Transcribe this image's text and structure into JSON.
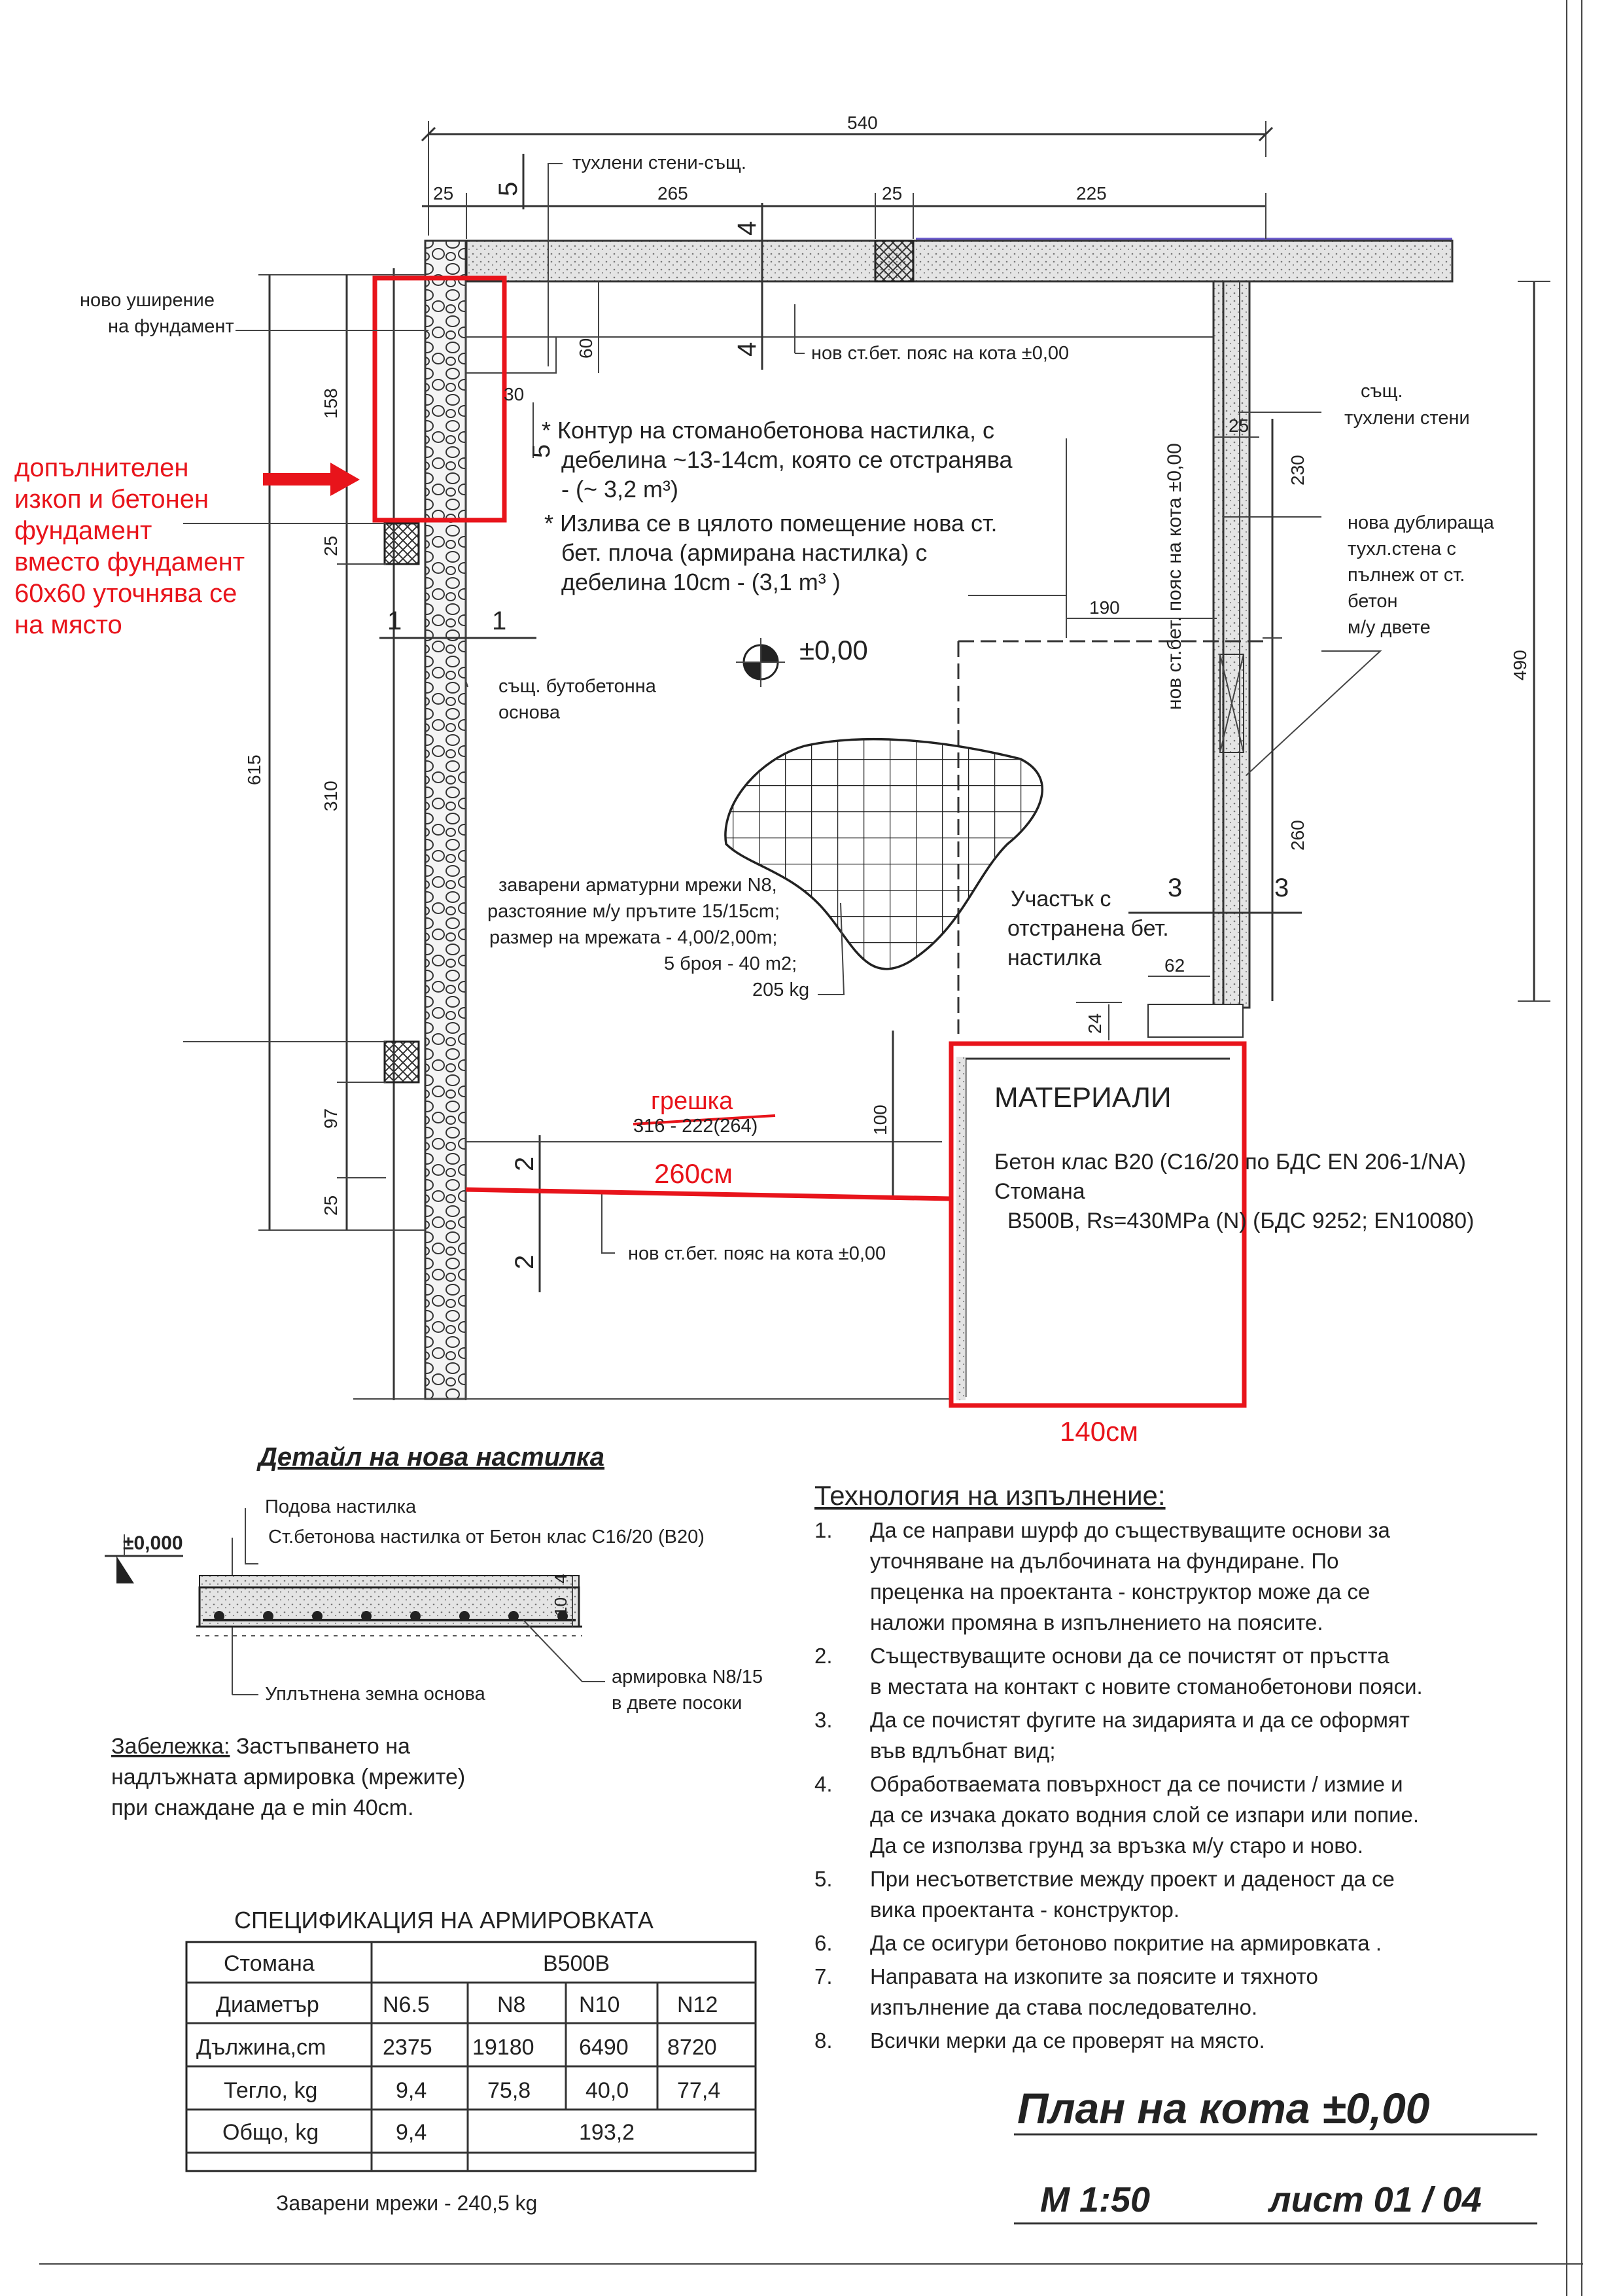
{
  "dimensions": {
    "top_total": "540",
    "d25_a": "25",
    "d5_top": "5",
    "d265": "265",
    "d25_b": "25",
    "d225": "225",
    "d4_top": "4",
    "d4_bottom": "4",
    "d60": "60",
    "d30": "30",
    "d5_mid": "5",
    "d158": "158",
    "d25_c": "25",
    "d615": "615",
    "d310": "310",
    "d97": "97",
    "d25_d": "25",
    "d25_right": "25",
    "d230": "230",
    "d490": "490",
    "d260": "260",
    "d190": "190",
    "d62": "62",
    "d24": "24",
    "d100": "100"
  },
  "sections": {
    "s1_left": "1",
    "s1_right": "1",
    "s2_top": "2",
    "s2_bottom": "2",
    "s3_left": "3",
    "s3_right": "3"
  },
  "labels": {
    "brick_walls_existing": "тухлени стени-същ.",
    "new_foundation_widening_1": "ново уширение",
    "new_foundation_widening_2": "на фундамент",
    "new_belt_top": "нов ст.бет. пояс на кота ±0,00",
    "existing_brick_walls_1": "същ.",
    "existing_brick_walls_2": "тухлени стени",
    "contour_1": "* Контур на стоманобетонова настилка, с",
    "contour_2": "дебелина ~13-14cm, която се отстранява",
    "contour_3": "-    (~ 3,2 m³)",
    "contour_4": "* Излива се в цялото помещение нова ст.",
    "contour_5": "бет. плоча (армирана настилка) с",
    "contour_6": "дебелина 10cm -  (3,1 m³ )",
    "new_belt_vertical": "нов ст.бет. пояс на кота ±0,00",
    "double_wall_1": "нова дублираща",
    "double_wall_2": "тухл.стена с",
    "double_wall_3": "пълнеж от ст.",
    "double_wall_4": "бетон",
    "double_wall_5": "м/у двете",
    "level_zero": "±0,00",
    "rubble_base_1": "същ. бутобетонна",
    "rubble_base_2": "основа",
    "mesh_1": "заварени арматурни мрежи N8,",
    "mesh_2": "разстояние м/у прътите 15/15cm;",
    "mesh_3": "размер на мрежата - 4,00/2,00m;",
    "mesh_4": "5 броя - 40 m2;",
    "mesh_5": "205 kg",
    "removed_1": "Участък с",
    "removed_2": "отстранена бет.",
    "removed_3": "настилка",
    "old_dim": "316 - 222(264)",
    "new_belt_bottom": "нов ст.бет. пояс на кота ±0,00"
  },
  "red_notes": {
    "left_1": "допълнителен",
    "left_2": "изкоп и бетонен",
    "left_3": "фундамент",
    "left_4": "вместо фундамент",
    "left_5": "60x60 уточнява се",
    "left_6": "на място",
    "error": "грешка",
    "d260cm": "260см",
    "d140cm": "140см"
  },
  "materials": {
    "title": "МАТЕРИАЛИ",
    "line_1": "Бетон клас В20 (С16/20 по БДС EN 206-1/NA)",
    "line_2": "Стомана",
    "line_3": "В500В, Rs=430MPa (N) (БДС 9252; EN10080)"
  },
  "detail": {
    "title": "Детайл на нова настилка",
    "level": "±0,000",
    "layer_1": "Подова настилка",
    "layer_2": "Ст.бетонова настилка от Бетон клас С16/20 (В20)",
    "soil": "Уплътнена земна основа",
    "dim_10": "10",
    "dim_4": "4",
    "rebar_1": "армировка N8/15",
    "rebar_2": "в двете посоки",
    "note_label": "Забележка:",
    "note_1": " Застъпването на",
    "note_2": "надлъжната армировка (мрежите)",
    "note_3": "при снаждане да е min 40cm."
  },
  "technology": {
    "title": "Технология на изпълнение:",
    "items": [
      {
        "n": "1.",
        "lines": [
          "Да се направи шурф до съществуващите основи за",
          "уточняване на дълбочината на фундиране. По",
          "преценка на проектанта - конструктор може да се",
          "наложи промяна в изпълнението на поясите."
        ]
      },
      {
        "n": "2.",
        "lines": [
          "Съществуващите основи  да се почистят от пръстта",
          "в местата на контакт с новите стоманобетонови пояси."
        ]
      },
      {
        "n": "3.",
        "lines": [
          "Да се почистят фугите на зидарията и да се оформят",
          "във вдлъбнат вид;"
        ]
      },
      {
        "n": "4.",
        "lines": [
          "Обработваемата повърхност да се почисти / измие и",
          "да се изчака докато водния слой се изпари или попие.",
          "Да се използва грунд за връзка м/у старо и ново."
        ]
      },
      {
        "n": "5.",
        "lines": [
          "При несъответствие между проект и даденост да се",
          "вика проектанта - конструктор."
        ]
      },
      {
        "n": "6.",
        "lines": [
          "Да се осигури бетоново покритие на армировката ."
        ]
      },
      {
        "n": "7.",
        "lines": [
          "Направата на изкопите за поясите и тяхното",
          "изпълнение  да става последователно."
        ]
      },
      {
        "n": "8.",
        "lines": [
          "Всички мерки да се проверят на място."
        ]
      }
    ]
  },
  "spec": {
    "title": "СПЕЦИФИКАЦИЯ НА АРМИРОВКАТА",
    "steel_label": "Стомана",
    "steel_value": "В500В",
    "rows": [
      {
        "label": "Диаметър",
        "values": [
          "N6.5",
          "N8",
          "N10",
          "N12"
        ]
      },
      {
        "label": "Дължина,cm",
        "values": [
          "2375",
          "19180",
          "6490",
          "8720"
        ]
      },
      {
        "label": "Тегло, kg",
        "values": [
          "9,4",
          "75,8",
          "40,0",
          "77,4"
        ]
      }
    ],
    "total_label": "Общо, kg",
    "total_a": "9,4",
    "total_b": "193,2",
    "mesh_total": "Заварени мрежи - 240,5 kg"
  },
  "title_block": {
    "title": "План на кота ±0,00",
    "scale": "М 1:50",
    "sheet": "лист 01 / 04"
  },
  "colors": {
    "annotation_red": "#e8141b",
    "line_dark": "#333333",
    "wall_fill": "#d9d9d9"
  }
}
